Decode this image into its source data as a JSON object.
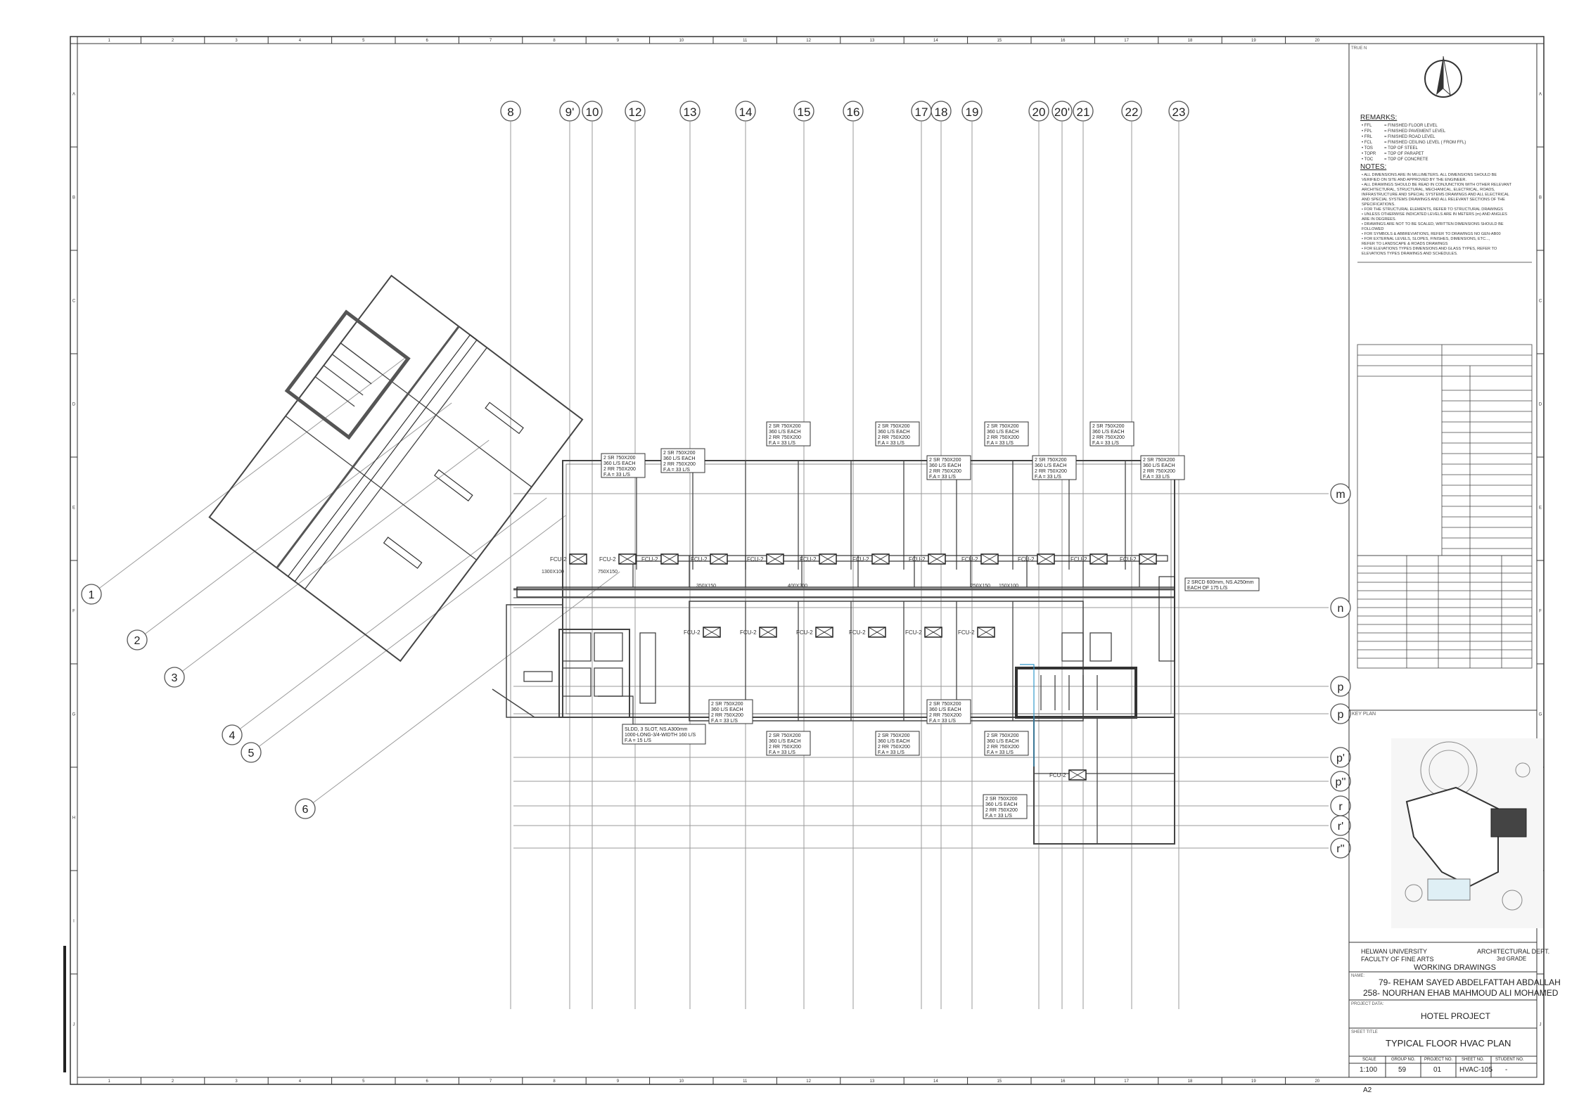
{
  "sheet_size_label": "A2",
  "north_label": "TRUE N",
  "grid_columns": [
    "8",
    "9'",
    "10",
    "12",
    "13",
    "14",
    "15",
    "16",
    "17",
    "18",
    "19",
    "20",
    "20'",
    "21",
    "22",
    "23"
  ],
  "grid_rows_right": [
    "m",
    "n",
    "p",
    "p",
    "p'",
    "p''",
    "r",
    "r'",
    "r''"
  ],
  "grid_rows_left": [
    "1",
    "2",
    "3",
    "4",
    "5",
    "6"
  ],
  "border_numbers_top": [
    "1",
    "2",
    "3",
    "4",
    "5",
    "6",
    "7",
    "8",
    "9",
    "10",
    "11",
    "12",
    "13",
    "14",
    "15",
    "16",
    "17",
    "18",
    "19",
    "20"
  ],
  "border_letters_side": [
    "A",
    "B",
    "C",
    "D",
    "E",
    "F",
    "G",
    "H",
    "I",
    "J"
  ],
  "remarks": {
    "title": "REMARKS:",
    "items": [
      {
        "abbr": "FFL",
        "text": "= FINISHED FLOOR LEVEL"
      },
      {
        "abbr": "FPL",
        "text": "= FINISHED PAVEMENT LEVEL"
      },
      {
        "abbr": "FRL",
        "text": "= FINISHED ROAD LEVEL"
      },
      {
        "abbr": "FCL",
        "text": "= FINISHED CEILING LEVEL ( FROM FFL)"
      },
      {
        "abbr": "TOS",
        "text": "= TOP OF STEEL"
      },
      {
        "abbr": "TOPR",
        "text": "= TOP OF PARAPET"
      },
      {
        "abbr": "TOC",
        "text": "= TOP OF CONCRETE"
      }
    ]
  },
  "notes": {
    "title": "NOTES:",
    "items": [
      "ALL DIMENSIONS ARE IN MILLIMETERS. ALL DIMENSIONS SHOULD BE VERIFIED ON SITE AND APPROVED BY THE ENGINEER.",
      "ALL DRAWINGS SHOULD BE READ IN CONJUNCTION WITH OTHER RELEVANT ARCHITECTURAL, STRUCTURAL, MECHANICAL, ELECTRICAL, ROADS, INFRASTRUCTURE AND SPECIAL SYSTEMS DRAWINGS AND ALL ELECTRICAL AND SPECIAL SYSTEMS DRAWINGS AND ALL RELEVANT SECTIONS OF THE SPECIFICATIONS.",
      "FOR THE STRUCTURAL ELEMENTS, REFER TO STRUCTURAL DRAWINGS",
      "UNLESS OTHERWISE INDICATED LEVELS ARE IN METERS (m) AND ANGLES ARE IN DEGREES.",
      "DRAWINGS ARE NOT TO BE SCALED, WRITTEN DIMENSIONS SHOULD BE FOLLOWED",
      "FOR SYMBOLS & ABBREVIATIONS, REFER TO DRAWINGS NO GEN-AB00",
      "FOR EXTERNAL LEVELS, SLOPES, FINISHES, DIMENSIONS, ETC..., REFER TO LANDSCAPE & ROADS DRAWINGS",
      "FOR ELEVATIONS TYPES DIMENSIONS AND GLASS TYPES, REFER TO ELEVATIONS TYPES DRAWINGS AND SCHEDULES."
    ]
  },
  "key_plan_label": "KEY PLAN",
  "title_block": {
    "university": "HELWAN UNIVERSITY",
    "faculty": "FACULTY OF FINE ARTS",
    "dept": "ARCHITECTURAL DEPT.",
    "grade": "3rd GRADE",
    "stage": "WORKING DRAWINGS",
    "name_label": "NAME:",
    "student1": "79- REHAM SAYED ABDELFATTAH ABDALLAH",
    "student2": "258- NOURHAN EHAB MAHMOUD ALI MOHAMED",
    "project_data_label": "PROJECT DATA:",
    "project": "HOTEL PROJECT",
    "sheet_title_label": "SHEET TITLE",
    "sheet_title": "TYPICAL FLOOR HVAC PLAN",
    "fields": [
      {
        "label": "SCALE",
        "value": "1:100"
      },
      {
        "label": "GROUP NO.",
        "value": "59"
      },
      {
        "label": "PROJECT NO.",
        "value": "01"
      },
      {
        "label": "SHEET NO.",
        "value": "HVAC-105"
      },
      {
        "label": "STUDENT NO.",
        "value": "-"
      }
    ]
  },
  "duct_tags": {
    "fcu_label": "FCU-2",
    "supply_tag": [
      "2 SR 750X200",
      "360 L/S EACH",
      "2 RR 750X200",
      "F.A = 33 L/S"
    ],
    "main_duct": [
      "2 SRCD 600mm, NS.A250mm",
      "EACH OF 175 L/S"
    ],
    "stair_tag": [
      "SLDD, 3 SLOT, NS.A300mm",
      "1000-LONG-3/4-WIDTH 160 L/S",
      "F.A = 15 L/S"
    ],
    "duct_sizes": [
      "1300X100",
      "750X150",
      "350X150",
      "400X200",
      "250X150",
      "150X100"
    ]
  },
  "colors": {
    "line": "#555555",
    "dark": "#222222",
    "light": "#9a9a9a",
    "accent_blue": "#3399cc"
  }
}
